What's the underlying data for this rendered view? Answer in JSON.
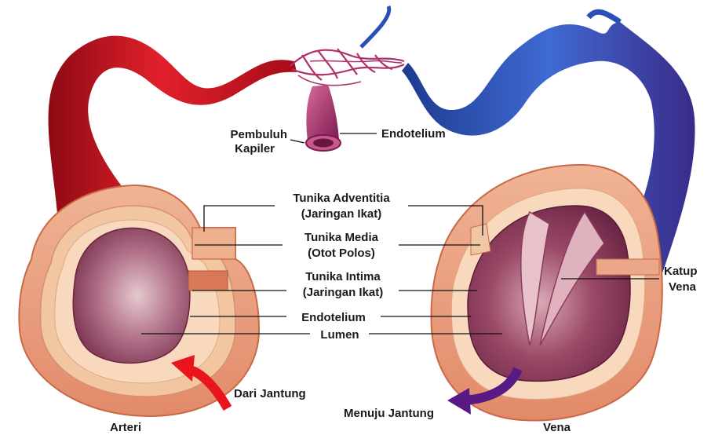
{
  "labels": {
    "pembuluh_kapiler": [
      "Pembuluh",
      "Kapiler"
    ],
    "endotelium_top": "Endotelium",
    "tunika_adventitia": [
      "Tunika Adventitia",
      "(Jaringan Ikat)"
    ],
    "tunika_media": [
      "Tunika Media",
      "(Otot Polos)"
    ],
    "tunika_intima": [
      "Tunika Intima",
      "(Jaringan Ikat)"
    ],
    "endotelium_mid": "Endotelium",
    "lumen": "Lumen",
    "katup_vena": [
      "Katup",
      "Vena"
    ],
    "dari_jantung": "Dari Jantung",
    "menuju_jantung": "Menuju Jantung",
    "arteri": "Arteri",
    "vena": "Vena"
  },
  "colors": {
    "artery": "#c8101e",
    "vein": "#2a4fb8",
    "capillary": "#b0306a",
    "tissue_outer": "#e8a07e",
    "tissue_inner": "#f6d3b3",
    "lumen_artery": "#a4526e",
    "lumen_vein": "#8a3c5c",
    "arrow_red": "#e8151c",
    "arrow_purple": "#5a1a86"
  }
}
